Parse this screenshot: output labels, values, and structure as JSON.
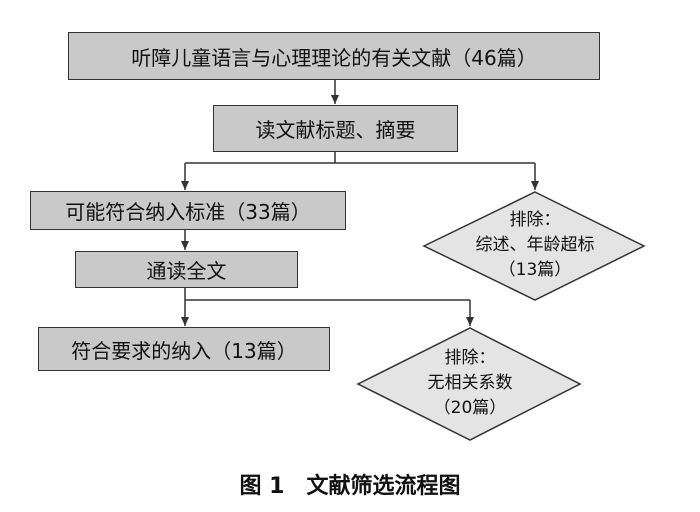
{
  "flowchart": {
    "source_literature": "听障儿童语言与心理理论的有关文献（46篇）",
    "read_titles": "读文献标题、摘要",
    "possibly_eligible": "可能符合纳入标准（33篇）",
    "read_fulltext": "通读全文",
    "included": "符合要求的纳入（13篇）",
    "exclusion_1": {
      "title": "排除：",
      "reason": "综述、年龄超标",
      "count": "（13篇）"
    },
    "exclusion_2": {
      "title": "排除：",
      "reason": "无相关系数",
      "count": "（20篇）"
    }
  },
  "caption": "图 1　文献筛选流程图",
  "colors": {
    "box_fill": "#c9c9c9",
    "diamond_fill": "#e4e4e4",
    "stroke": "#333333"
  }
}
